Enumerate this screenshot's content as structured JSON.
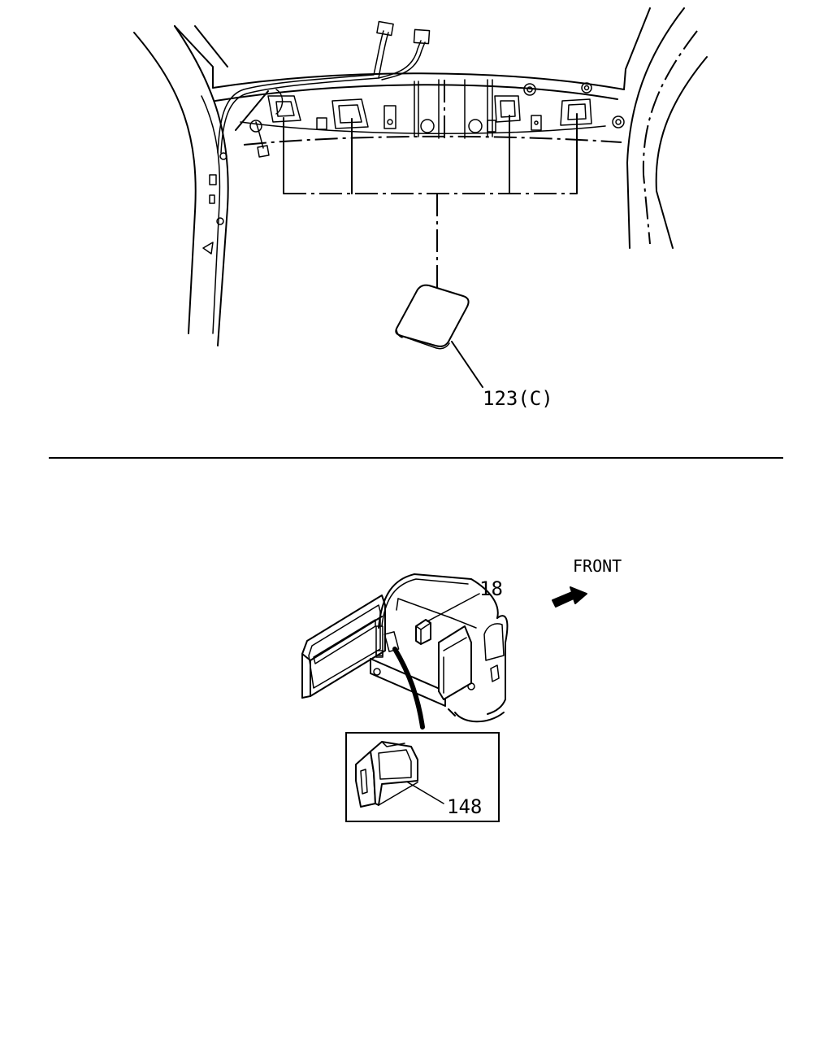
{
  "callouts": {
    "cover_part": "123(C)",
    "part_18": "18",
    "part_148": "148"
  },
  "direction": {
    "label": "FRONT",
    "arrow_icon": "arrow-front-icon"
  },
  "colors": {
    "ink": "#000000",
    "paper": "#ffffff"
  }
}
